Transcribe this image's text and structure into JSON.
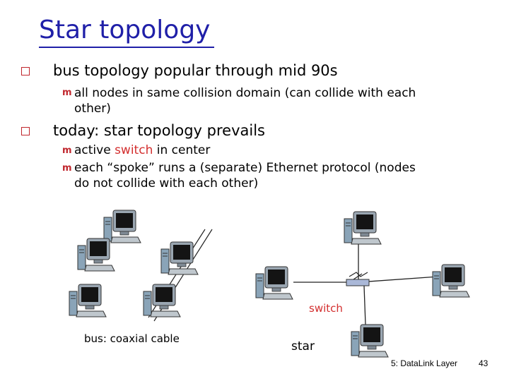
{
  "slide": {
    "title": "Star topology",
    "bullets": [
      {
        "text": "bus topology popular through mid 90s",
        "sub": [
          {
            "line1": "all nodes in same collision domain (can collide with each",
            "line2": "other)"
          }
        ]
      },
      {
        "text": "today: star topology prevails",
        "sub": [
          {
            "before": "active ",
            "highlight": "switch",
            "after": " in center"
          },
          {
            "line1": "each “spoke” runs a (separate) Ethernet protocol (nodes",
            "line2": "do not collide with each other)"
          }
        ]
      }
    ],
    "accent_color": "#1f1fa8",
    "highlight_color": "#d32f2f"
  },
  "figure": {
    "bus_label": "bus: coaxial cable",
    "switch_label": "switch",
    "star_label": "star",
    "icons": [
      "computer-icon",
      "switch-icon"
    ]
  },
  "footer": {
    "course": "5: DataLink Layer",
    "page": "43"
  }
}
